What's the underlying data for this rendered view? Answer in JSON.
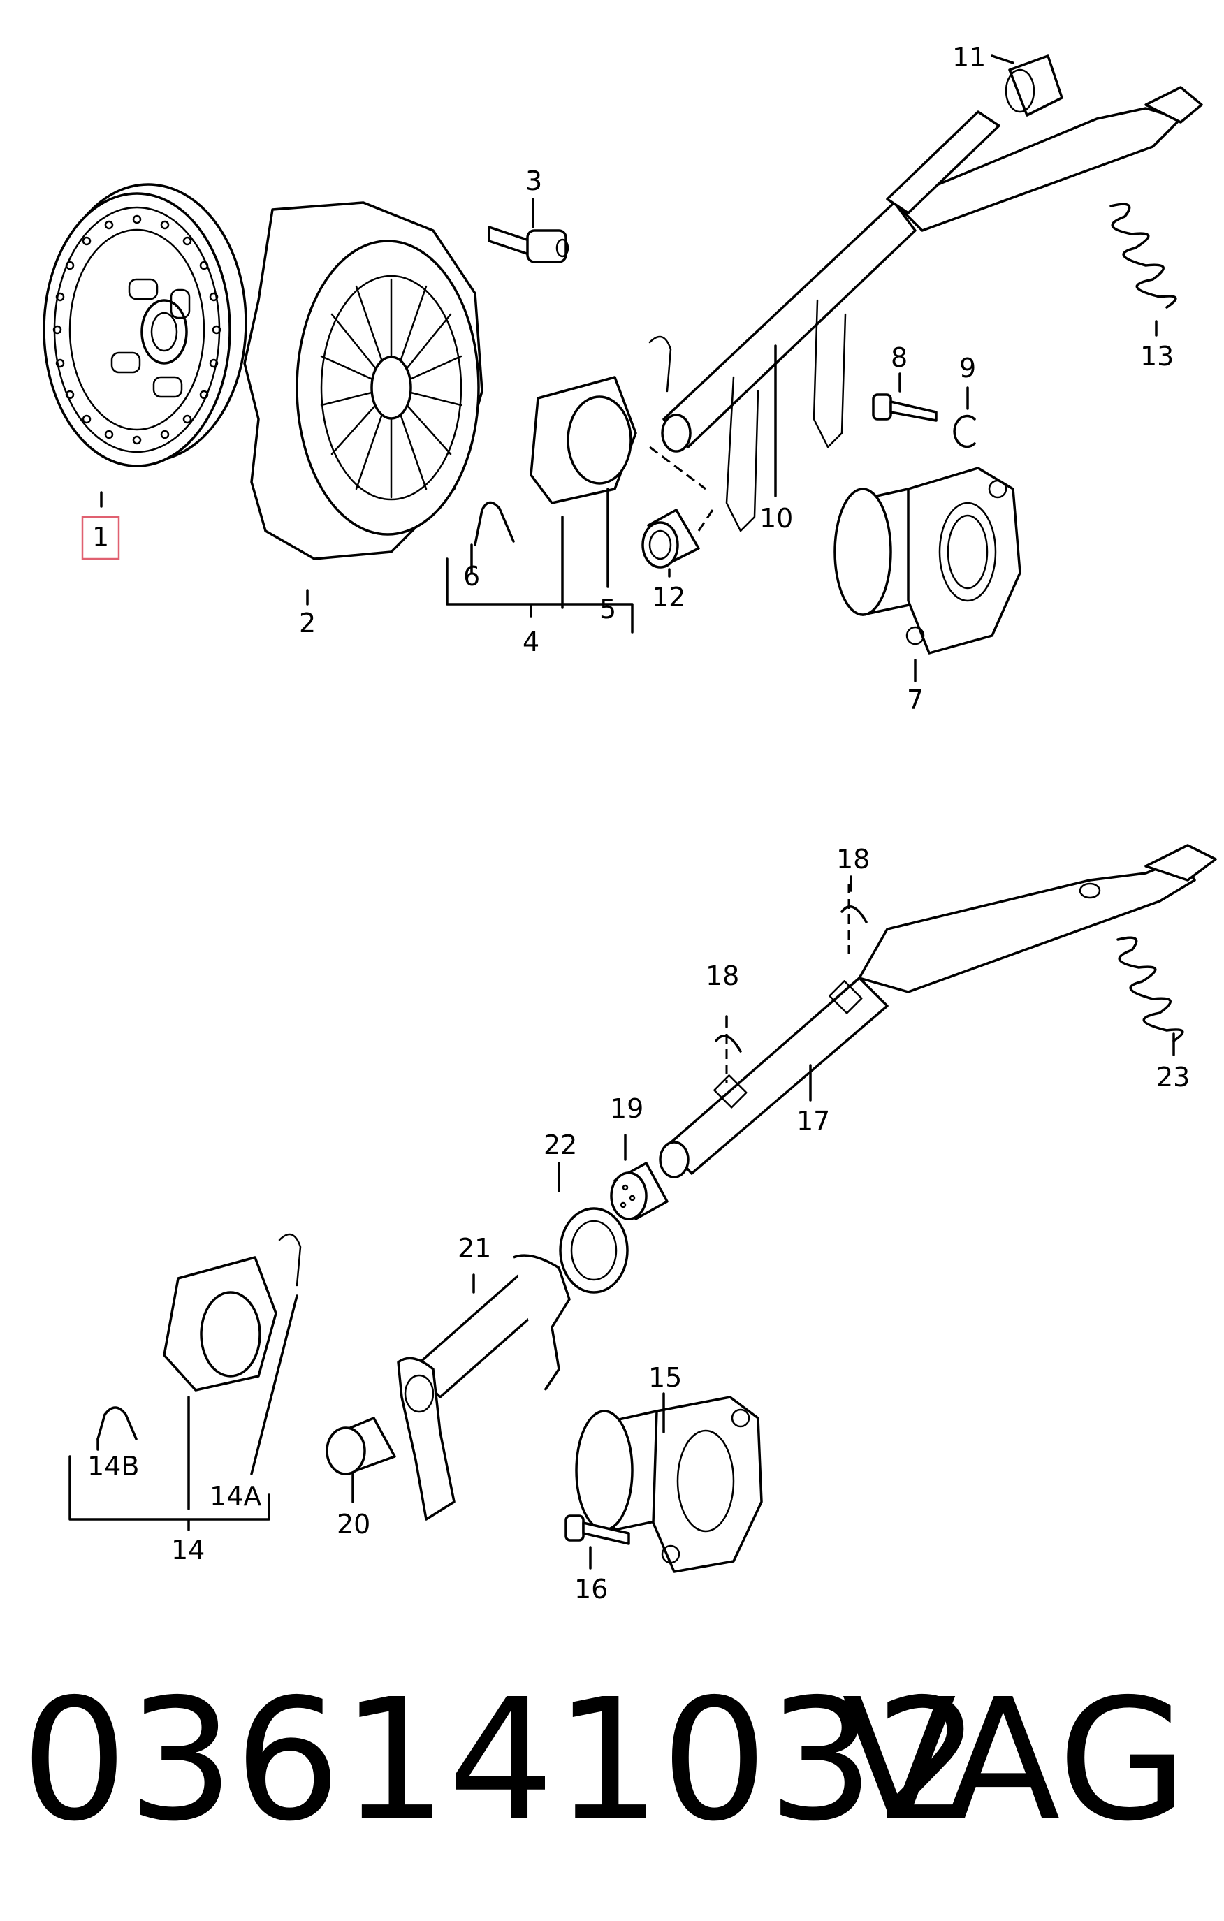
{
  "diagram": {
    "callouts": {
      "c1": "1",
      "c2": "2",
      "c3": "3",
      "c4": "4",
      "c5": "5",
      "c6": "6",
      "c7": "7",
      "c8": "8",
      "c9": "9",
      "c10": "10",
      "c11": "11",
      "c12": "12",
      "c13": "13",
      "c14": "14",
      "c14a": "14A",
      "c14b": "14B",
      "c15": "15",
      "c16": "16",
      "c17": "17",
      "c18a": "18",
      "c18b": "18",
      "c19": "19",
      "c20": "20",
      "c21": "21",
      "c22": "22",
      "c23": "23"
    },
    "highlight_color": "#e06070"
  },
  "footer": {
    "part_number": "036141032",
    "brand": "VAG"
  }
}
